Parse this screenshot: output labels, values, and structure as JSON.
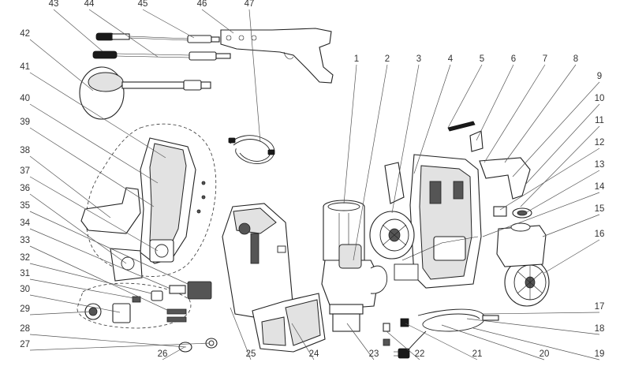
{
  "diagram": {
    "callouts": [
      {
        "id": "1",
        "label": "1"
      },
      {
        "id": "2",
        "label": "2"
      },
      {
        "id": "3",
        "label": "3"
      },
      {
        "id": "4",
        "label": "4"
      },
      {
        "id": "5",
        "label": "5"
      },
      {
        "id": "6",
        "label": "6"
      },
      {
        "id": "7",
        "label": "7"
      },
      {
        "id": "8",
        "label": "8"
      },
      {
        "id": "9",
        "label": "9"
      },
      {
        "id": "10",
        "label": "10"
      },
      {
        "id": "11",
        "label": "11"
      },
      {
        "id": "12",
        "label": "12"
      },
      {
        "id": "13",
        "label": "13"
      },
      {
        "id": "14",
        "label": "14"
      },
      {
        "id": "15",
        "label": "15"
      },
      {
        "id": "16",
        "label": "16"
      },
      {
        "id": "17",
        "label": "17"
      },
      {
        "id": "18",
        "label": "18"
      },
      {
        "id": "19",
        "label": "19"
      },
      {
        "id": "20",
        "label": "20"
      },
      {
        "id": "21",
        "label": "21"
      },
      {
        "id": "22",
        "label": "22"
      },
      {
        "id": "23",
        "label": "23"
      },
      {
        "id": "24",
        "label": "24"
      },
      {
        "id": "25",
        "label": "25"
      },
      {
        "id": "26",
        "label": "26"
      },
      {
        "id": "27",
        "label": "27"
      },
      {
        "id": "28",
        "label": "28"
      },
      {
        "id": "29",
        "label": "29"
      },
      {
        "id": "30",
        "label": "30"
      },
      {
        "id": "31",
        "label": "31"
      },
      {
        "id": "32",
        "label": "32"
      },
      {
        "id": "33",
        "label": "33"
      },
      {
        "id": "34",
        "label": "34"
      },
      {
        "id": "35",
        "label": "35"
      },
      {
        "id": "36",
        "label": "36"
      },
      {
        "id": "37",
        "label": "37"
      },
      {
        "id": "38",
        "label": "38"
      },
      {
        "id": "39",
        "label": "39"
      },
      {
        "id": "40",
        "label": "40"
      },
      {
        "id": "41",
        "label": "41"
      },
      {
        "id": "42",
        "label": "42"
      },
      {
        "id": "43",
        "label": "43"
      },
      {
        "id": "44",
        "label": "44"
      },
      {
        "id": "45",
        "label": "45"
      },
      {
        "id": "46",
        "label": "46"
      },
      {
        "id": "47",
        "label": "47"
      }
    ]
  },
  "colors": {
    "ink": "#222222",
    "leader": "#555555",
    "background": "#ffffff"
  }
}
